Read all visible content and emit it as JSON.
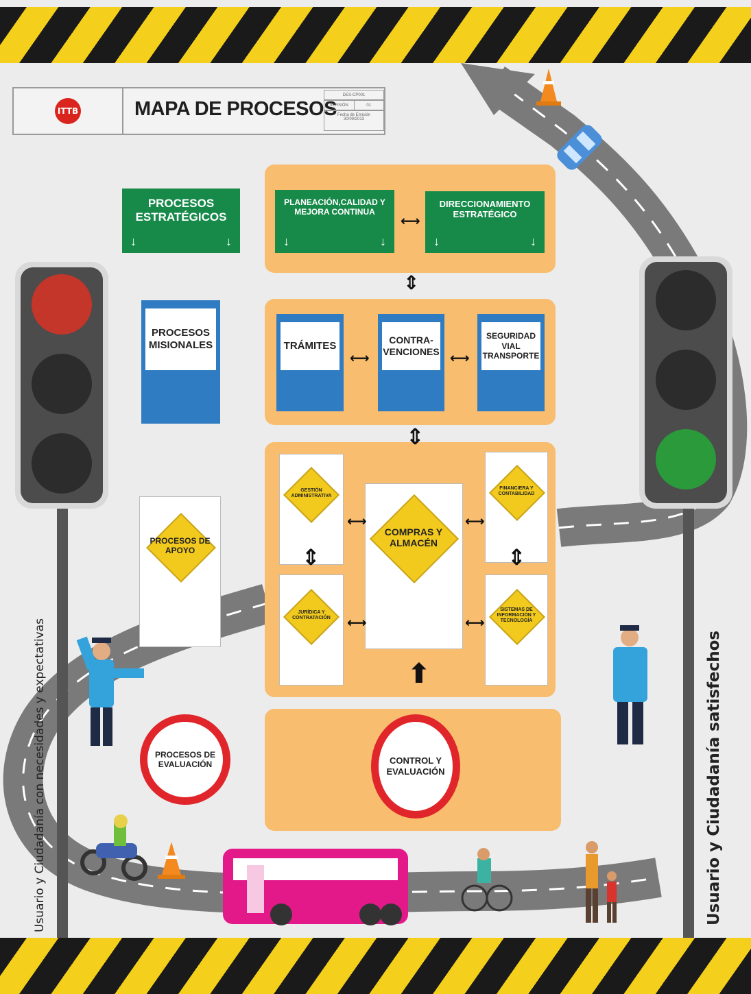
{
  "header": {
    "logo_text": "ITTB",
    "title": "MAPA DE PROCESOS",
    "code": "DES-CP001",
    "version_label": "VERSIÓN",
    "version_value": "01",
    "date_label": "Fecha de Emisión",
    "date_value": "30/09/2013"
  },
  "categories": {
    "strategic": "PROCESOS ESTRATÉGICOS",
    "missional": "PROCESOS MISIONALES",
    "support": "PROCESOS DE APOYO",
    "evaluation": "PROCESOS DE EVALUACIÓN"
  },
  "strategic_processes": {
    "planning": "PLANEACIÓN,CALIDAD Y MEJORA CONTINUA",
    "direction": "DIRECCIONAMIENTO ESTRATÉGICO"
  },
  "missional_processes": {
    "tramites": "TRÁMITES",
    "contravenciones": "CONTRA-VENCIONES",
    "seguridad": "SEGURIDAD VIAL TRANSPORTE"
  },
  "support_processes": {
    "gestion": "GESTIÓN ADMINISTRATIVA",
    "juridica": "JURÍDICA Y CONTRATACIÓN",
    "compras": "COMPRAS Y ALMACÉN",
    "financiera": "FINANCIERA Y CONTABILIDAD",
    "sistemas": "SISTEMAS DE INFORMACIÓN Y TECNOLOGÍA"
  },
  "evaluation_processes": {
    "control": "CONTROL Y EVALUACIÓN"
  },
  "side_labels": {
    "left": "Usuario y Ciudadanía con necesidades y expectativas",
    "right": "Usuario y Ciudadanía satisfechos"
  },
  "colors": {
    "orange_panel": "#f8bd6e",
    "green_sign": "#178a4a",
    "blue_sign": "#2f7cc2",
    "yellow_sign": "#f2ca1e",
    "red_ring": "#e0262b",
    "hazard_yellow": "#f4d01c"
  }
}
